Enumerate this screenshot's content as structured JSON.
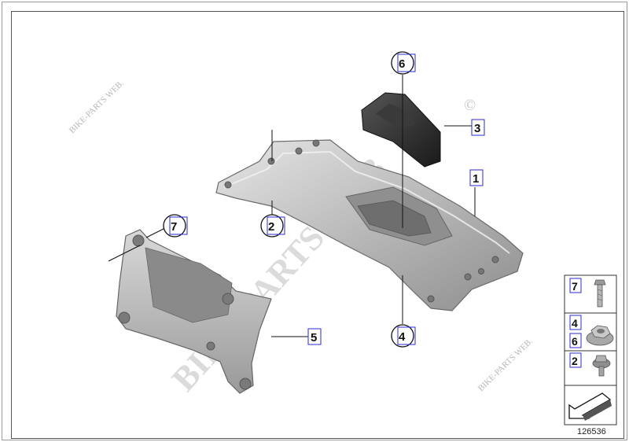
{
  "diagram": {
    "callouts": {
      "c1": "1",
      "c2": "2",
      "c3": "3",
      "c4": "4",
      "c5": "5",
      "c6": "6",
      "c7": "7"
    },
    "legend": {
      "row1": "7",
      "row2a": "4",
      "row2b": "6",
      "row3": "2"
    },
    "diagram_code": "126536",
    "watermarks": {
      "main": "BIKE-PARTS-WEB",
      "copyright": "©",
      "small_top": "BIKE-PARTS WEB.",
      "small_bottom": "BIKE-PARTS WEB."
    }
  }
}
